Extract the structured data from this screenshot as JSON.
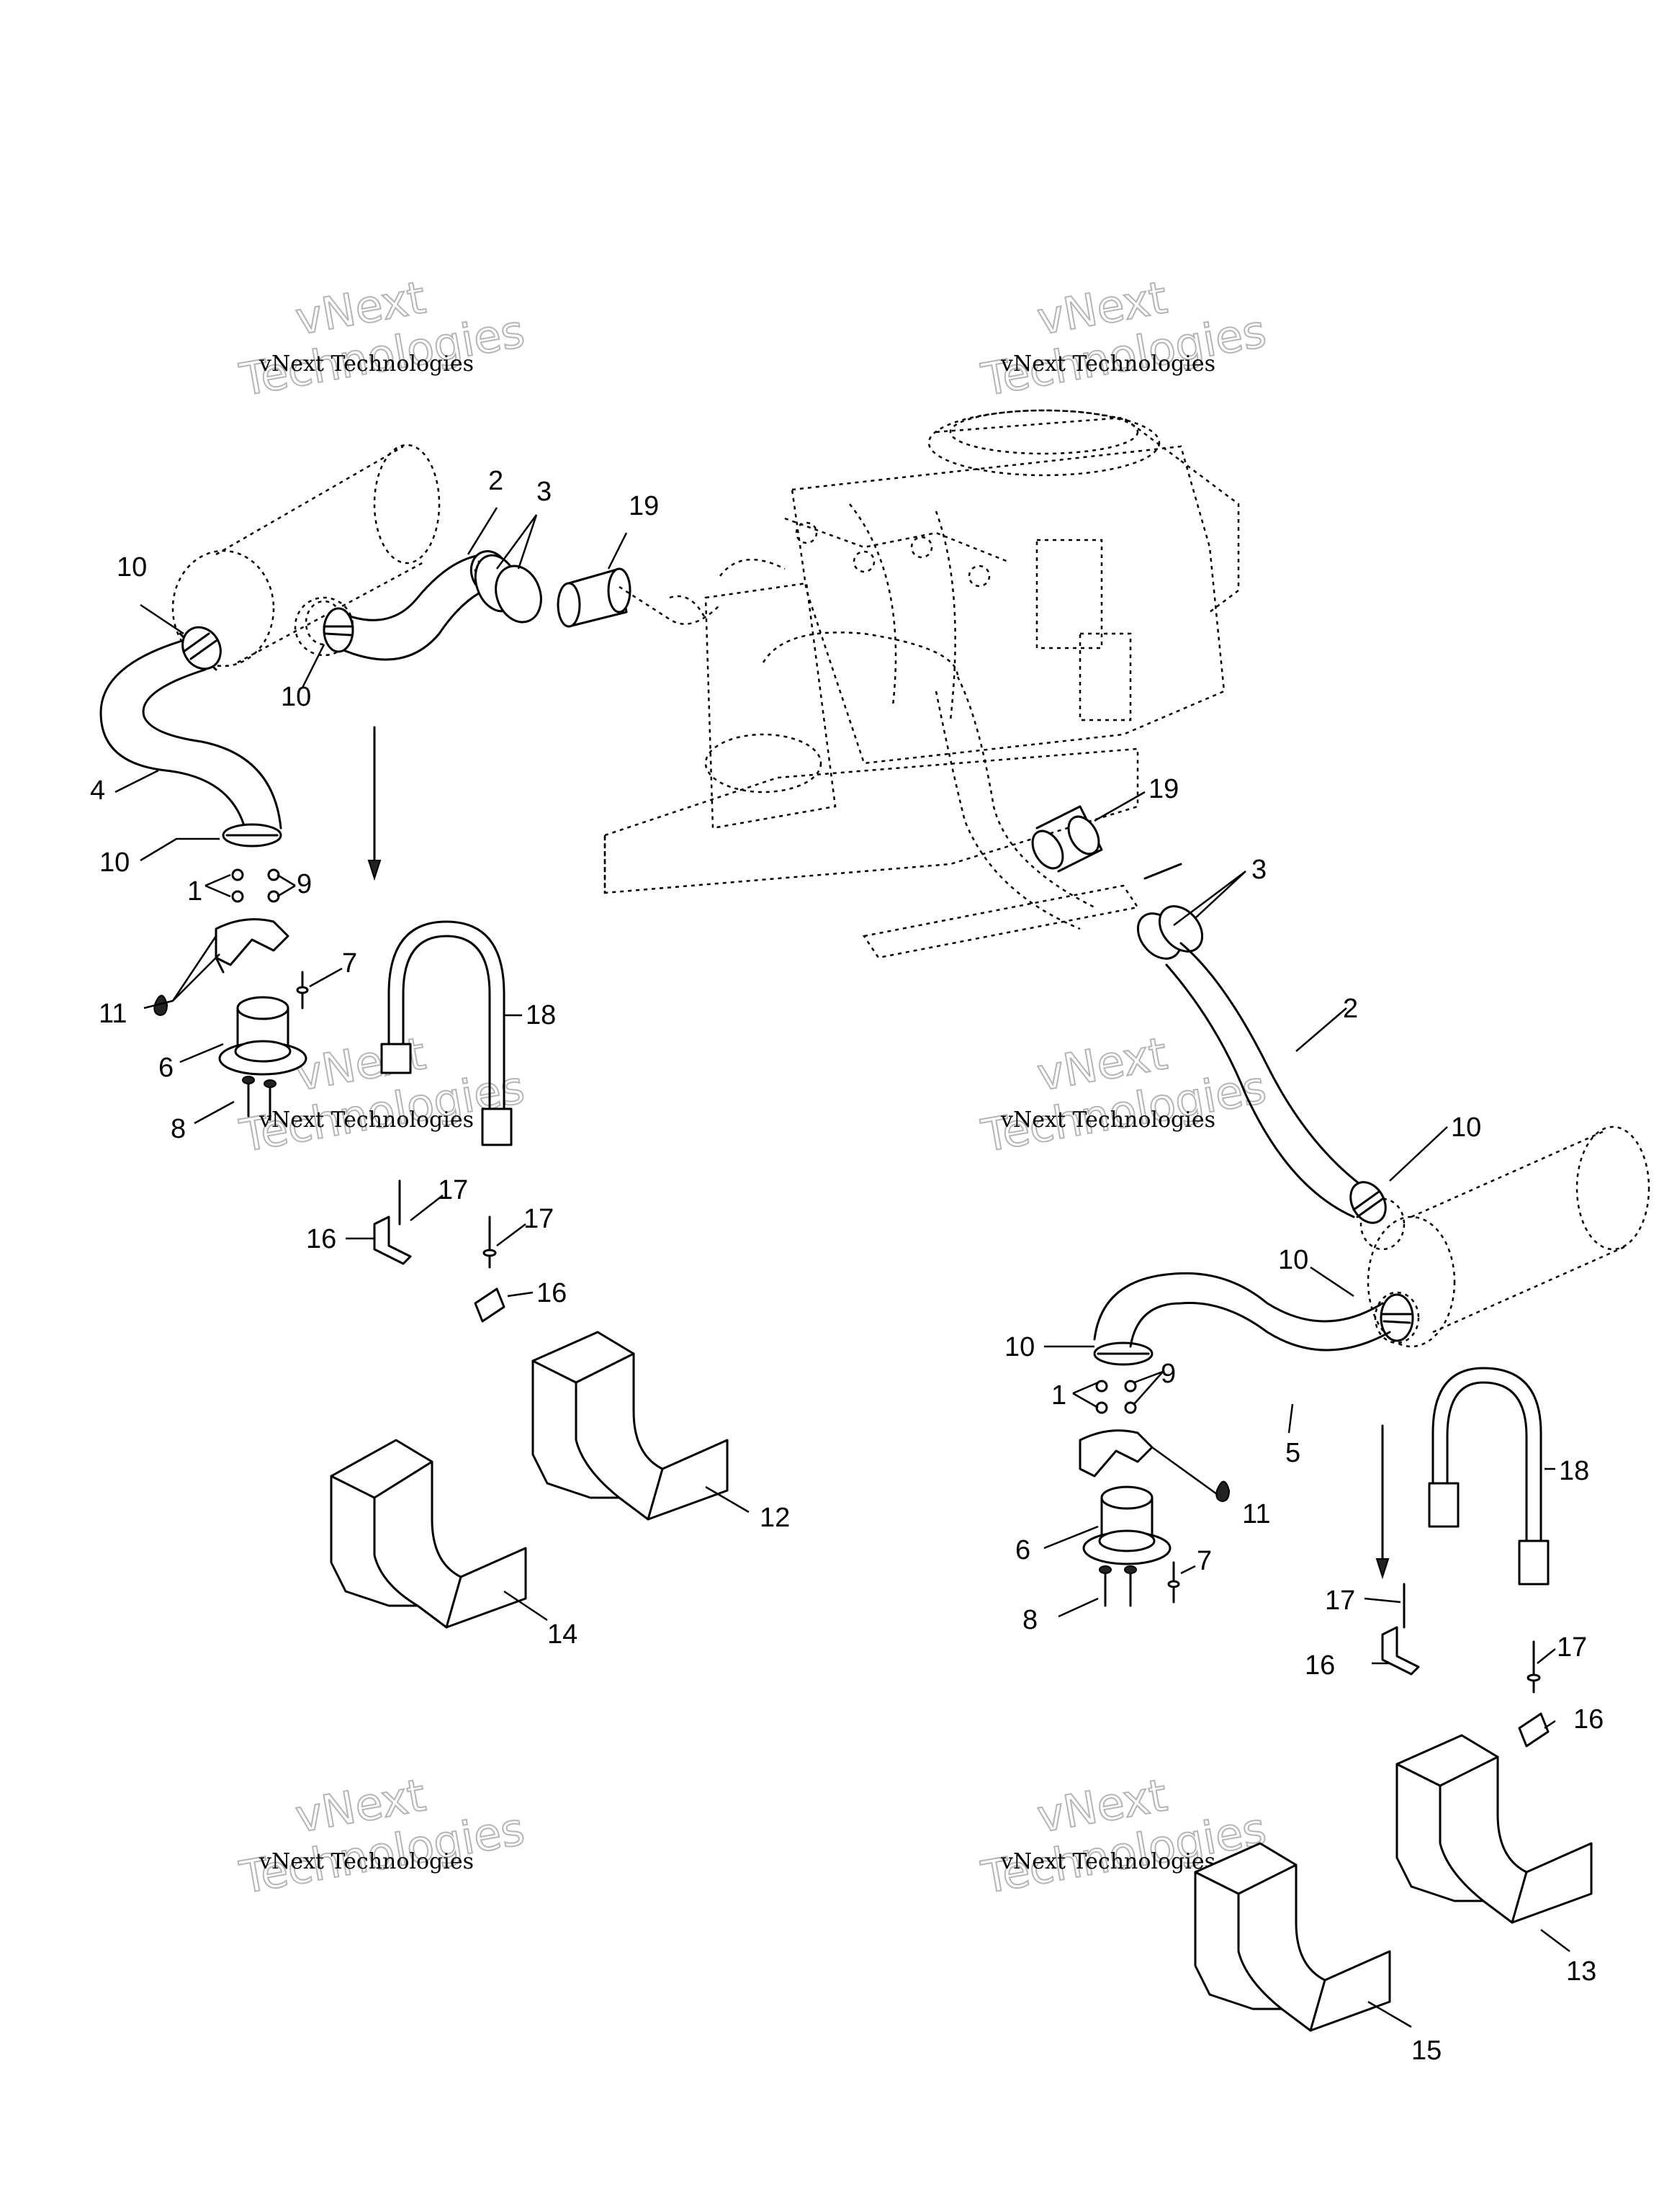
{
  "watermark": {
    "line1": "vNext Technologies",
    "big_top": "vNext",
    "big_bottom": "Technologies"
  },
  "labels": {
    "p1a": "1",
    "p1b": "1",
    "p2a": "2",
    "p2b": "2",
    "p3a": "3",
    "p3b": "3",
    "p4": "4",
    "p5": "5",
    "p6a": "6",
    "p6b": "6",
    "p7a": "7",
    "p7b": "7",
    "p8a": "8",
    "p8b": "8",
    "p9a": "9",
    "p9b": "9",
    "p10a": "10",
    "p10b": "10",
    "p10c": "10",
    "p10d": "10",
    "p10e": "10",
    "p10f": "10",
    "p11a": "11",
    "p11b": "11",
    "p12": "12",
    "p13": "13",
    "p14": "14",
    "p15": "15",
    "p16a": "16",
    "p16b": "16",
    "p16c": "16",
    "p16d": "16",
    "p17a": "17",
    "p17b": "17",
    "p17c": "17",
    "p17d": "17",
    "p18a": "18",
    "p18b": "18",
    "p19a": "19",
    "p19b": "19"
  }
}
